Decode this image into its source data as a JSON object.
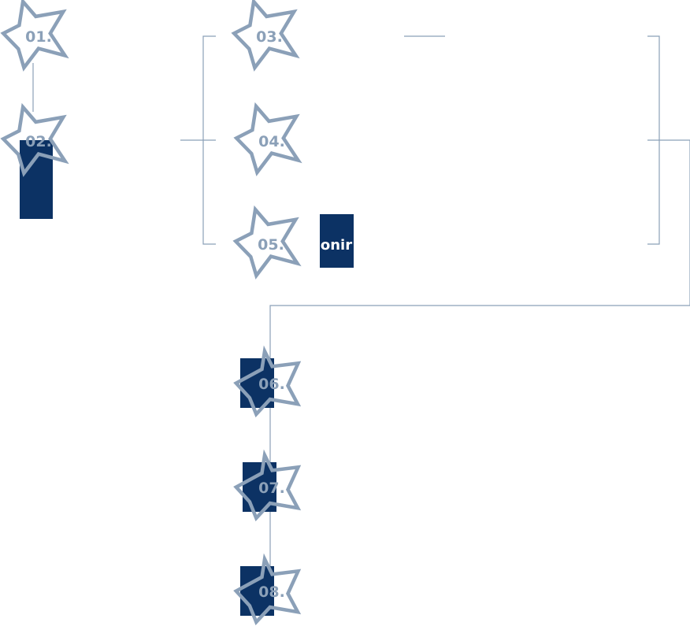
{
  "colors": {
    "star_outline": "#8ba0b8",
    "connector": "#8ba0b8",
    "box_fill": "#0c3264",
    "box_text": "#ffffff"
  },
  "icons": {
    "step_marker": "star-icon"
  },
  "steps": [
    {
      "number": "01."
    },
    {
      "number": "02."
    },
    {
      "number": "03."
    },
    {
      "number": "04."
    },
    {
      "number": "05.",
      "box_label": "onir"
    },
    {
      "number": "06."
    },
    {
      "number": "07."
    },
    {
      "number": "08."
    }
  ]
}
